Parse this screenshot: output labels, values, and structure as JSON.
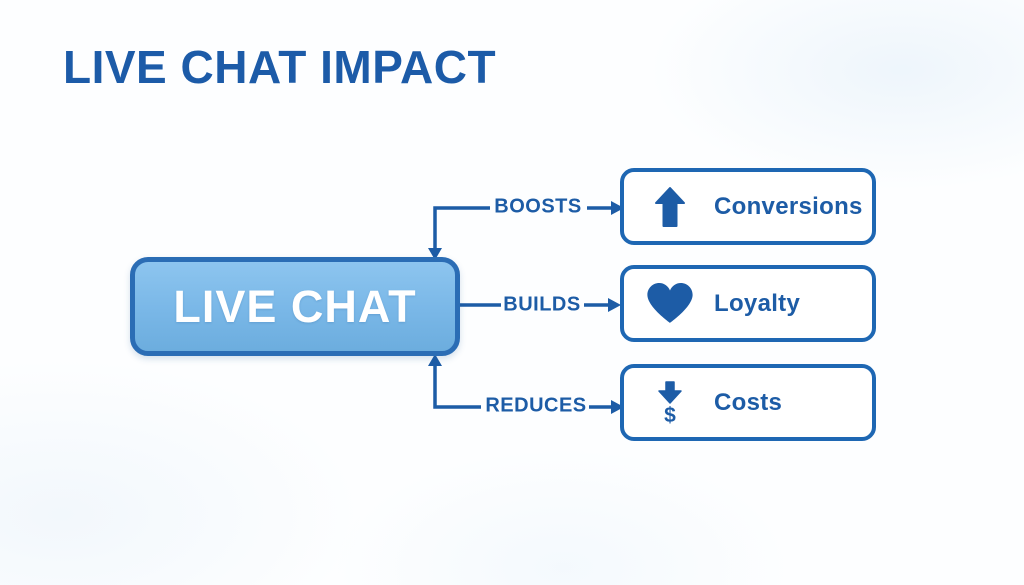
{
  "title": "LIVE CHAT IMPACT",
  "center_node": {
    "label": "LIVE CHAT"
  },
  "rows": [
    {
      "connector_label": "BOOSTS",
      "target_label": "Conversions",
      "icon": "arrow-up-icon"
    },
    {
      "connector_label": "BUILDS",
      "target_label": "Loyalty",
      "icon": "heart-icon"
    },
    {
      "connector_label": "REDUCES",
      "target_label": "Costs",
      "icon": "arrow-down-dollar-icon",
      "icon_dollar_glyph": "$"
    }
  ],
  "colors": {
    "primary_blue": "#1d5ca6",
    "box_border_blue": "#1e67b3",
    "center_border_blue": "#2b6db5",
    "center_fill_top": "#8dc5ef",
    "center_fill_bottom": "#6cadde",
    "center_text": "#ffffff",
    "background": "#fdfeff"
  }
}
